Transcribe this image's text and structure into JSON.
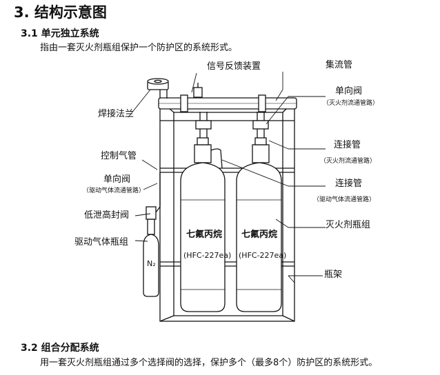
{
  "section": {
    "title": "3.  结构示意图"
  },
  "subsections": [
    {
      "heading": "3.1 单元独立系统",
      "text": "指由一套灭火剂瓶组保护一个防护区的系统形式。"
    },
    {
      "heading": "3.2 组合分配系统",
      "text": "用一套灭火剂瓶组通过多个选择阀的选择，保护多个（最多8个）防护区的系统形式。"
    }
  ],
  "diagram": {
    "labels": {
      "signal_feedback": "信号反馈装置",
      "manifold": "集流管",
      "check_valve_agent": "单向阀",
      "check_valve_agent_note": "（灭火剂流通管路）",
      "weld_flange": "焊接法兰",
      "control_gas_pipe": "控制气管",
      "check_valve_drive": "单向阀",
      "check_valve_drive_note": "（驱动气体流通管路）",
      "connect_pipe_agent": "连接管",
      "connect_pipe_agent_note": "（灭火剂流通管路）",
      "connect_pipe_drive": "连接管",
      "connect_pipe_drive_note": "（驱动气体流通管路）",
      "low_leak_valve": "低泄高封阀",
      "agent_cylinder_group": "灭火剂瓶组",
      "drive_gas_cylinder_group": "驱动气体瓶组",
      "rack": "瓶架"
    },
    "cylinder_text": {
      "name": "七氟丙烷",
      "code": "(HFC-227ea)"
    },
    "drive_cylinder_text": "N₂"
  }
}
